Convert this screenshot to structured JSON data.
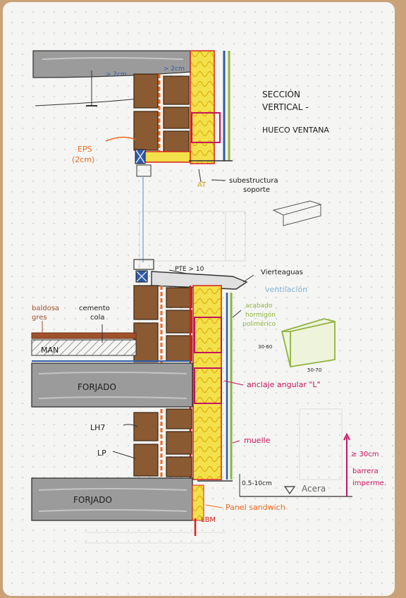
{
  "title": {
    "line1": "SECCIÓN",
    "line2": "VERTICAL -",
    "line3": "HUECO VENTANA"
  },
  "labels": {
    "eps_line1": "EPS",
    "eps_line2": "(2cm)",
    "dim_2cm_a": "> 2cm",
    "dim_2cm_b": "> 2cm",
    "at": "AT",
    "subestructura_line1": "subestructura",
    "subestructura_line2": "soporte",
    "pte": "PTE > 10",
    "vierteaguas": "Vierteaguas",
    "ventilacion": "ventilación",
    "baldosa_line1": "baldosa",
    "baldosa_line2": "gres",
    "cemento_line1": "cemento",
    "cemento_line2": "cola",
    "man": "MAN",
    "acabado_line1": "acabado",
    "acabado_line2": "hormigón",
    "acabado_line3": "polimérico",
    "panel_dim_h": "30-60",
    "panel_dim_w": "50-70",
    "forjado_top": "FORJADO",
    "forjado_bottom": "FORJADO",
    "anclaje": "anclaje angular \"L\"",
    "lh7": "LH7",
    "lp": "LP",
    "muelle": "muelle",
    "barrera_line1": "≥ 30cm",
    "barrera_line2": "barrera",
    "barrera_line3": "imperme.",
    "dim_510": "0.5-10cm",
    "acera": "Acera",
    "panel_sandwich": "Panel sandwich",
    "lbm": "LBM"
  },
  "colors": {
    "paper": "#f5f5f3",
    "grid_dot": "#c8c8c8",
    "concrete": "#9b9b9b",
    "brick": "#8a5a33",
    "insulation": "#f3e04a",
    "red": "#d6211c",
    "orange": "#ef6a1e",
    "magenta": "#c4145e",
    "green": "#8fb43c",
    "blue_frame": "#2f5ca8",
    "ink": "#1c1c1c",
    "light_blue": "#7fb2d6",
    "cork": "#c9a27a"
  }
}
